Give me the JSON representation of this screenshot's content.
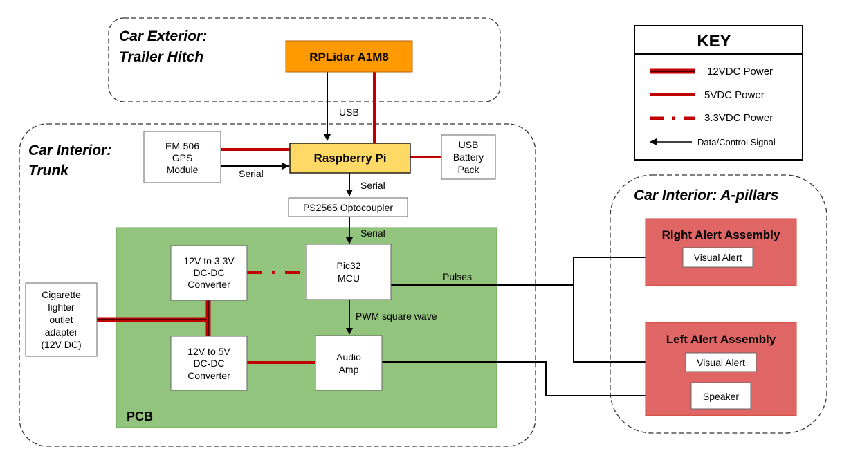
{
  "regions": {
    "exterior": {
      "line1": "Car Exterior:",
      "line2": "Trailer Hitch"
    },
    "trunk": {
      "line1": "Car Interior:",
      "line2": "Trunk"
    },
    "apillars": {
      "line1": "Car Interior: A-pillars"
    },
    "pcb": "PCB"
  },
  "components": {
    "rplidar": "RPLidar A1M8",
    "raspberry_pi": "Raspberry Pi",
    "gps": [
      "EM-506",
      "GPS",
      "Module"
    ],
    "usb_battery": [
      "USB",
      "Battery",
      "Pack"
    ],
    "optocoupler": "PS2565 Optocoupler",
    "conv33": [
      "12V to 3.3V",
      "DC-DC",
      "Converter"
    ],
    "conv5": [
      "12V to 5V",
      "DC-DC",
      "Converter"
    ],
    "pic32": [
      "Pic32",
      "MCU"
    ],
    "audio_amp": [
      "Audio",
      "Amp"
    ],
    "cigarette": [
      "Cigarette",
      "lighter",
      "outlet",
      "adapter",
      "(12V DC)"
    ],
    "right_alert": "Right Alert Assembly",
    "left_alert": "Left Alert Assembly",
    "visual_alert_right": "Visual Alert",
    "visual_alert_left": "Visual Alert",
    "speaker": "Speaker"
  },
  "connections": {
    "usb": "USB",
    "serial_gps": "Serial",
    "serial_pi": "Serial",
    "serial_opto": "Serial",
    "pulses": "Pulses",
    "pwm": "PWM square wave"
  },
  "key": {
    "title": "KEY",
    "items": [
      "12VDC Power",
      "5VDC Power",
      "3.3VDC Power",
      "Data/Control Signal"
    ]
  },
  "colors": {
    "power": "#c00000",
    "rplidar_fill": "#ff9900",
    "pi_fill": "#ffd966",
    "pcb_fill": "#93c47d",
    "alert_fill": "#e06666"
  }
}
